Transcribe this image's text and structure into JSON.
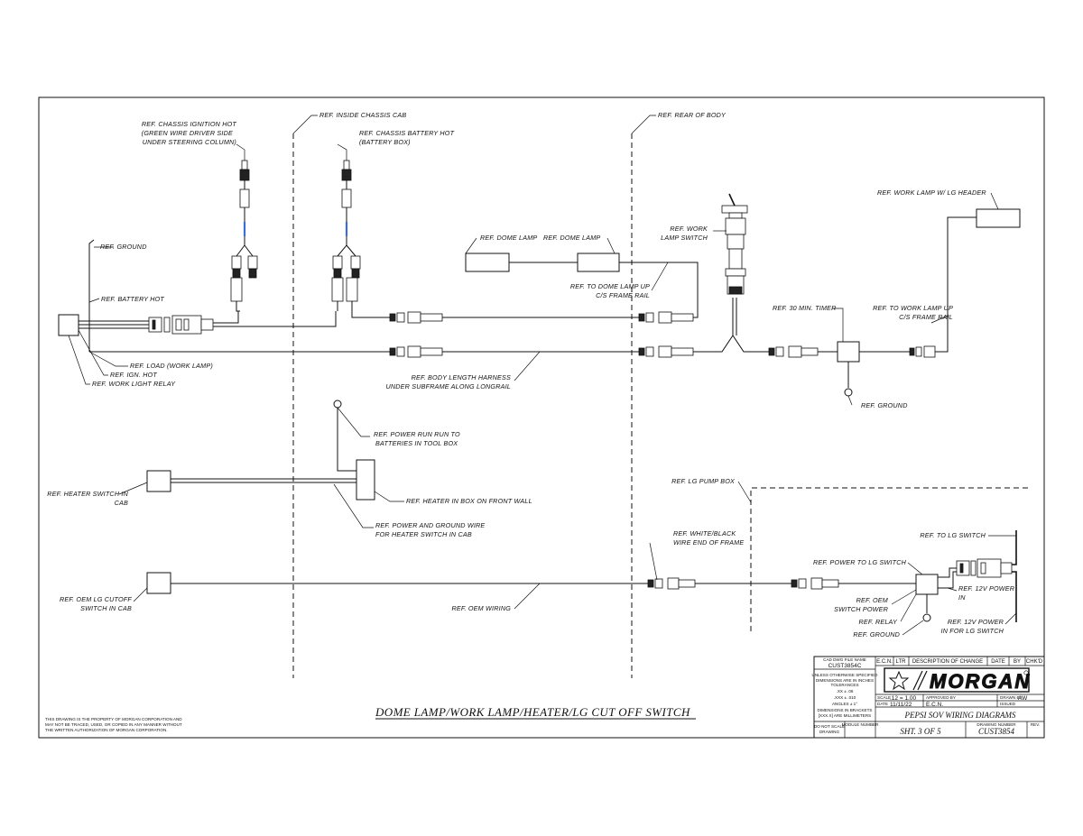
{
  "drawing": {
    "title": "DOME LAMP/WORK LAMP/HEATER/LG CUT OFF SWITCH",
    "property_notice": [
      "THIS DRAWING IS THE PROPERTY OF MORGAN CORPORATION AND",
      "MAY NOT BE TRACED, USED, OR COPIED IN ANY MANNER WITHOUT",
      "THE WRITTEN AUTHORIZATION OF MORGAN CORPORATION."
    ]
  },
  "labels": {
    "chassis_ignition": [
      "REF. CHASSIS IGNITION HOT",
      "(GREEN WIRE DRIVER SIDE",
      "UNDER STEERING COLUMN)"
    ],
    "inside_cab": "REF. INSIDE CHASSIS CAB",
    "chassis_battery": [
      "REF. CHASSIS BATTERY HOT",
      "(BATTERY BOX)"
    ],
    "rear_body": "REF. REAR OF BODY",
    "ground_left": "REF. GROUND",
    "battery_hot": "REF. BATTERY HOT",
    "load": "REF. LOAD (WORK LAMP)",
    "ign_hot": "REF. IGN. HOT",
    "relay_left": "REF. WORK LIGHT RELAY",
    "dome_lamp_1": "REF. DOME LAMP",
    "dome_lamp_2": "REF. DOME LAMP",
    "dome_up": [
      "REF. TO DOME LAMP UP",
      "C/S FRAME RAIL"
    ],
    "body_harness": [
      "REF. BODY LENGTH HARNESS",
      "UNDER SUBFRAME ALONG LONGRAIL"
    ],
    "work_switch": [
      "REF. WORK",
      "LAMP SWITCH"
    ],
    "work_lamp_header": "REF. WORK LAMP W/ LG HEADER",
    "timer": "REF. 30 MIN. TIMER",
    "work_lamp_up": [
      "REF. TO WORK LAMP UP",
      "C/S FRAME RAIL"
    ],
    "ground_right": "REF. GROUND",
    "power_run": [
      "REF. POWER RUN RUN TO",
      "BATTERIES IN TOOL BOX"
    ],
    "heater_box": "REF. HEATER IN BOX ON FRONT WALL",
    "heater_switch": [
      "REF. HEATER SWITCH IN",
      "CAB"
    ],
    "power_ground": [
      "REF. POWER AND GROUND WIRE",
      "FOR HEATER SWITCH IN CAB"
    ],
    "lg_pump_box": "REF. LG PUMP BOX",
    "white_black": [
      "REF. WHITE/BLACK",
      "WIRE END OF FRAME"
    ],
    "to_lg_switch": "REF. TO LG SWITCH",
    "power_lg_switch": "REF. POWER TO LG SWITCH",
    "oem_switch_power": [
      "REF. OEM",
      "SWITCH POWER"
    ],
    "relay_right": "REF. RELAY",
    "ground_lg": "REF. GROUND",
    "power_12v": [
      "REF. 12V POWER",
      "IN"
    ],
    "power_12v_lg": [
      "REF. 12V POWER",
      "IN FOR LG SWITCH"
    ],
    "oem_cutoff": [
      "REF. OEM LG CUTOFF",
      "SWITCH IN CAB"
    ],
    "oem_wiring": "REF. OEM WIRING"
  },
  "title_block": {
    "cad_label": "CAD DWG FILE NAME",
    "cad_file": "CUST3854C",
    "ecn_header": "E.C.N.",
    "ltr_header": "LTR",
    "desc_header": "DESCRIPTION OF CHANGE",
    "date_header": "DATE",
    "by_header": "BY",
    "chkd_header": "CHK'D",
    "tol_header": "UNLESS OTHERWISE SPECIFIED",
    "tol_lines": [
      "DIMENSIONS ARE IN INCHES",
      "TOLERANCES"
    ],
    "tol_xx": ".XX  ±  .06",
    "tol_xxx": ".XXX  ±  .010",
    "tol_angles": "ANGLES  ±  1°",
    "bracket_note": [
      "DIMENSIONS IN BRACKETS",
      "[XXX.X] ARE MILLIMETERS"
    ],
    "logo": "MORGAN",
    "scale_label": "SCALE",
    "scale": ".12 = 1.00",
    "approved_label": "APPROVED BY",
    "drawn_label": "DRAWN BY",
    "drawn_by": "AW",
    "date_label": "DATE",
    "date": "11/11/22",
    "ecn_label": "E.C.N.",
    "issued_label": "ISSUED",
    "description": "PEPSI SOV WIRING DIAGRAMS",
    "no_scale": [
      "DO NOT SCALE",
      "DRAWING"
    ],
    "module_label": "MODULE NUMBER",
    "sheet": "SHT. 3 OF 5",
    "drawing_number_label": "DRAWING NUMBER",
    "drawing_number": "CUST3854",
    "rev_label": "REV."
  }
}
